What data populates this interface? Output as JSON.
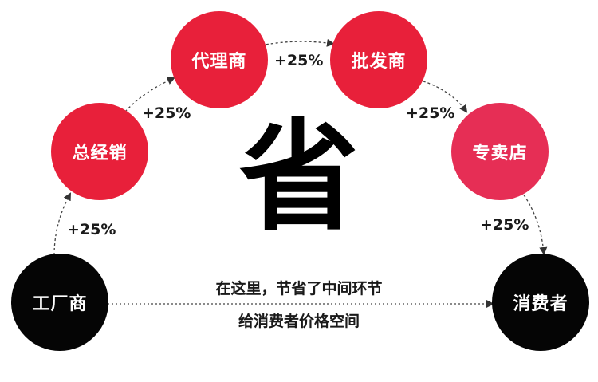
{
  "colors": {
    "red": "#e8203a",
    "pink": "#e62e55",
    "black": "#050505",
    "arrow": "#444444"
  },
  "nodes": {
    "factory": "工厂商",
    "distributor": "总经销",
    "agent": "代理商",
    "wholesaler": "批发商",
    "store": "专卖店",
    "consumer": "消费者"
  },
  "markups": {
    "factory_to_distributor": "+25%",
    "distributor_to_agent": "+25%",
    "agent_to_wholesaler": "+25%",
    "wholesaler_to_store": "+25%",
    "store_to_consumer": "+25%"
  },
  "center": {
    "big_char": "省",
    "line1": "在这里，节省了中间环节",
    "line2": "给消费者价格空间"
  }
}
